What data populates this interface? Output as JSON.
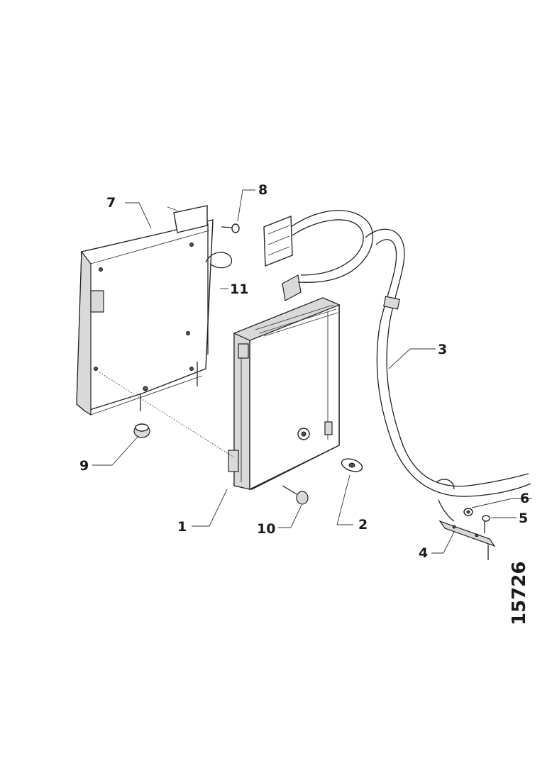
{
  "callouts": {
    "c1": "1",
    "c2": "2",
    "c3": "3",
    "c4": "4",
    "c5": "5",
    "c6": "6",
    "c7": "7",
    "c8": "8",
    "c9": "9",
    "c10": "10",
    "c11": "11"
  },
  "figure_number": "15726"
}
